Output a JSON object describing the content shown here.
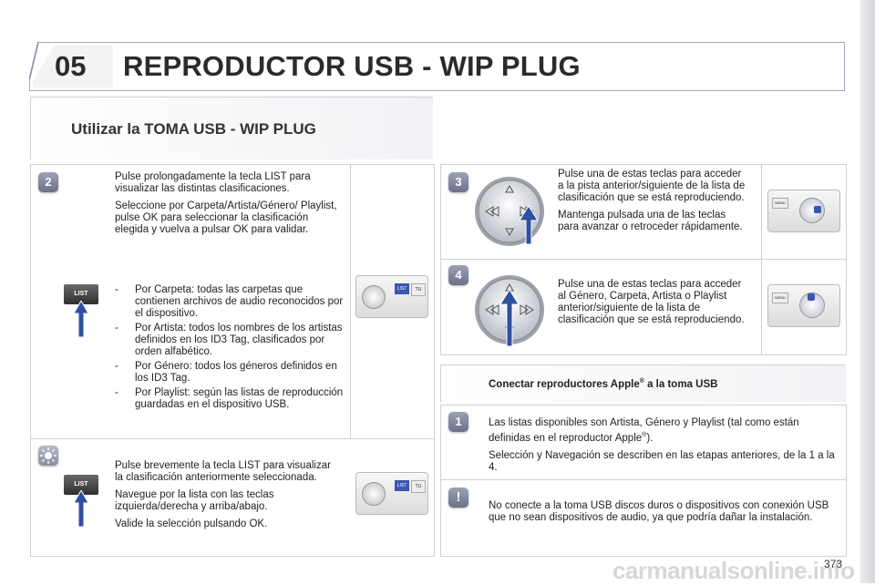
{
  "header": {
    "chapter": "05",
    "title": "REPRODUCTOR USB - WIP PLUG"
  },
  "section": {
    "title": "Utilizar la TOMA USB - WIP PLUG"
  },
  "step2": {
    "number": "2",
    "p1": "Pulse prolongadamente la tecla LIST para visualizar las distintas clasificaciones.",
    "p2": "Seleccione por Carpeta/Artista/Género/ Playlist, pulse OK para seleccionar la clasificación elegida y vuelva a pulsar OK para validar.",
    "list_button": "LIST",
    "bullets": [
      {
        "dash": "-",
        "text": "Por Carpeta: todas las carpetas que contienen archivos de audio reconocidos por el dispositivo."
      },
      {
        "dash": "-",
        "text": "Por Artista: todos los nombres de los artistas definidos en los ID3 Tag, clasificados por orden alfabético."
      },
      {
        "dash": "-",
        "text": "Por Género: todos los géneros definidos en los ID3 Tag."
      },
      {
        "dash": "-",
        "text": "Por Playlist: según las listas de reproducción guardadas en el dispositivo USB."
      }
    ]
  },
  "stepSun": {
    "p1": "Pulse brevemente la tecla LIST para visualizar la clasificación anteriormente seleccionada.",
    "p2": "Navegue por la lista con las teclas izquierda/derecha y arriba/abajo.",
    "p3": "Valide la selección pulsando OK.",
    "list_button": "LIST"
  },
  "step3": {
    "number": "3",
    "p1": "Pulse una de estas teclas para acceder a la pista anterior/siguiente de la lista de clasificación que se está reproduciendo.",
    "p2": "Mantenga pulsada una de las teclas para avanzar o retroceder rápidamente."
  },
  "step4": {
    "number": "4",
    "p1": "Pulse una de estas teclas para acceder al Género, Carpeta, Artista o Playlist anterior/siguiente de la lista de clasificación que se está reproduciendo."
  },
  "apple": {
    "title_pre": "Conectar reproductores Apple",
    "title_sup": "®",
    "title_post": " a la toma USB",
    "step_number": "1",
    "p1_pre": "Las listas disponibles son Artista, Género y Playlist (tal como están definidas en el reproductor Apple",
    "p1_sup": "®",
    "p1_post": ").",
    "p2": "Selección y Navegación se describen en las etapas anteriores, de la 1 a la 4.",
    "warning_mark": "!",
    "warning": "No conecte a la toma USB discos duros o dispositivos con conexión USB que no sean dispositivos de audio, ya que podría dañar la instalación."
  },
  "page_number": "373",
  "watermark": "carmanualsonline.info",
  "radio_labels": {
    "list": "LIST",
    "tu": "TU",
    "menu": "MENU"
  },
  "colors": {
    "accent": "#5b6890",
    "badge": "#7f8399",
    "arrow": "#2f4fa0"
  }
}
